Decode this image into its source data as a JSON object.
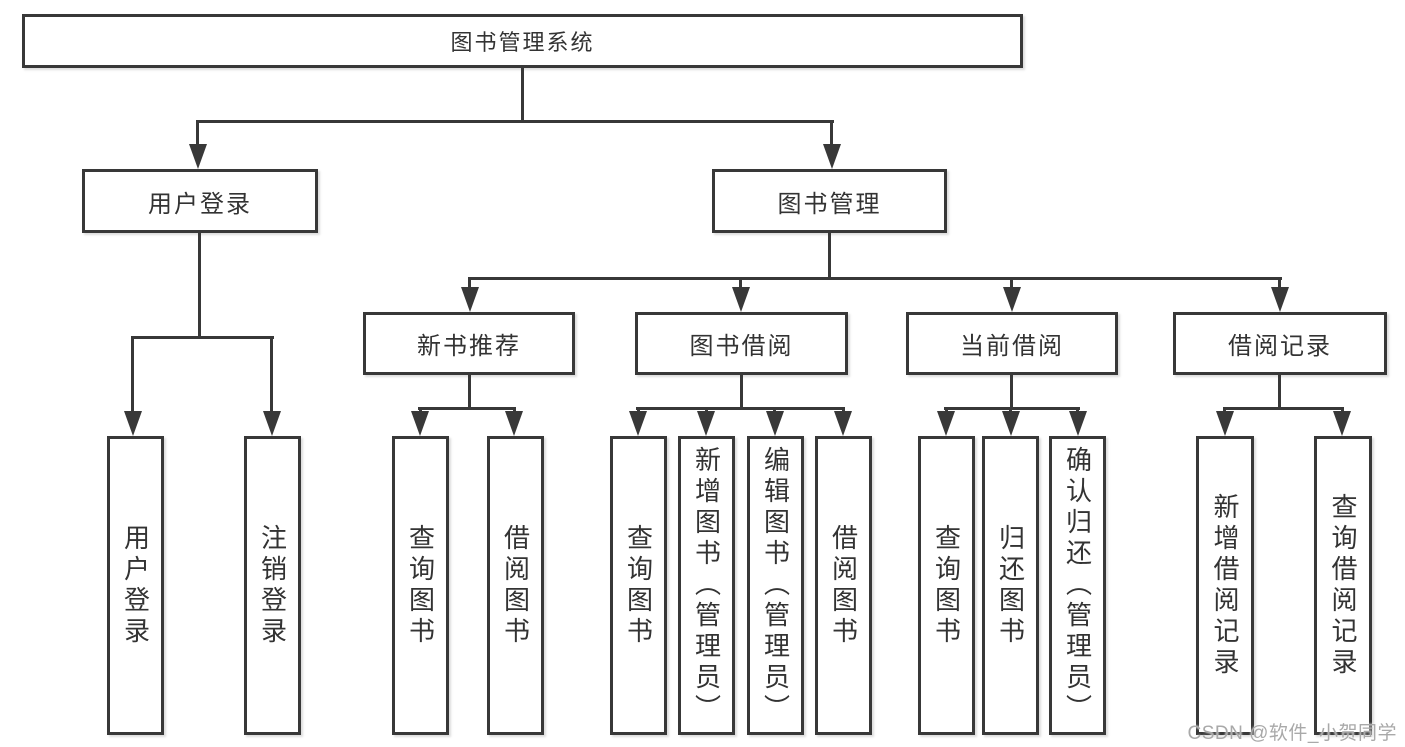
{
  "colors": {
    "line": "#383838",
    "text": "#333333",
    "background": "#ffffff",
    "watermark": "#a9a9a9"
  },
  "watermark": "CSDN @软件_小贺同学",
  "diagram": {
    "type": "hierarchy-tree",
    "root": {
      "label": "图书管理系统"
    },
    "level2": [
      {
        "label": "用户登录"
      },
      {
        "label": "图书管理"
      }
    ],
    "level3": [
      {
        "label": "新书推荐"
      },
      {
        "label": "图书借阅"
      },
      {
        "label": "当前借阅"
      },
      {
        "label": "借阅记录"
      }
    ],
    "leaves": {
      "user_login": [
        {
          "label": "用户登录"
        },
        {
          "label": "注销登录"
        }
      ],
      "new_books": [
        {
          "label": "查询图书"
        },
        {
          "label": "借阅图书"
        }
      ],
      "book_borrow": [
        {
          "label": "查询图书"
        },
        {
          "label": "新增图书（管理员）"
        },
        {
          "label": "编辑图书（管理员）"
        },
        {
          "label": "借阅图书"
        }
      ],
      "current_borrow": [
        {
          "label": "查询图书"
        },
        {
          "label": "归还图书"
        },
        {
          "label": "确认归还（管理员）"
        }
      ],
      "borrow_records": [
        {
          "label": "新增借阅记录"
        },
        {
          "label": "查询借阅记录"
        }
      ]
    }
  }
}
